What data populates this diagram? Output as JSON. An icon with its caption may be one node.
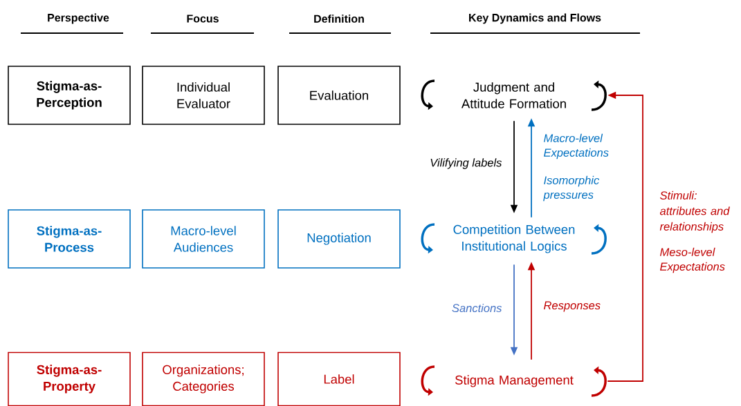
{
  "diagram": {
    "nodes": [
      {
        "text": [
          "Stigma-as-Perception"
        ]
      },
      {
        "text": [
          "Individual Evaluator"
        ]
      },
      {
        "text": [
          "Evaluation"
        ]
      },
      {
        "text": [
          "Judgment and Attitude Formation"
        ]
      },
      {
        "text": [
          "Stigma-as-Process"
        ]
      },
      {
        "text": [
          "Macro-level Audiences"
        ]
      },
      {
        "text": [
          "Negotiation"
        ]
      },
      {
        "text": [
          "Competition Between Institutional Logics"
        ]
      },
      {
        "text": [
          "Stigma-as-Property"
        ]
      },
      {
        "text": [
          "Organizations; Categories"
        ]
      },
      {
        "text": [
          "Label"
        ]
      },
      {
        "text": [
          "Stigma Management"
        ]
      }
    ],
    "edges": [
      {
        "from": 3,
        "to": 7,
        "arrow": "to",
        "label": "Vilifying labels",
        "color": "#000000"
      },
      {
        "from": 7,
        "to": 3,
        "arrow": "to",
        "label": "Macro-level Expectations",
        "color": "#0070c0"
      },
      {
        "from": 7,
        "to": 11,
        "arrow": "to",
        "label": "Sanctions",
        "color": "#4472c4"
      },
      {
        "from": 11,
        "to": 7,
        "arrow": "to",
        "label": "Responses",
        "color": "#c00000"
      },
      {
        "from": 11,
        "to": 3,
        "arrow": "to",
        "label": "Stimuli: attributes and relationships",
        "color": "#c00000"
      }
    ],
    "labels": [
      "Perspective",
      "Focus",
      "Definition",
      "Key Dynamics and Flows",
      "Isomorphic pressures",
      "Meso-level Expectations"
    ]
  }
}
